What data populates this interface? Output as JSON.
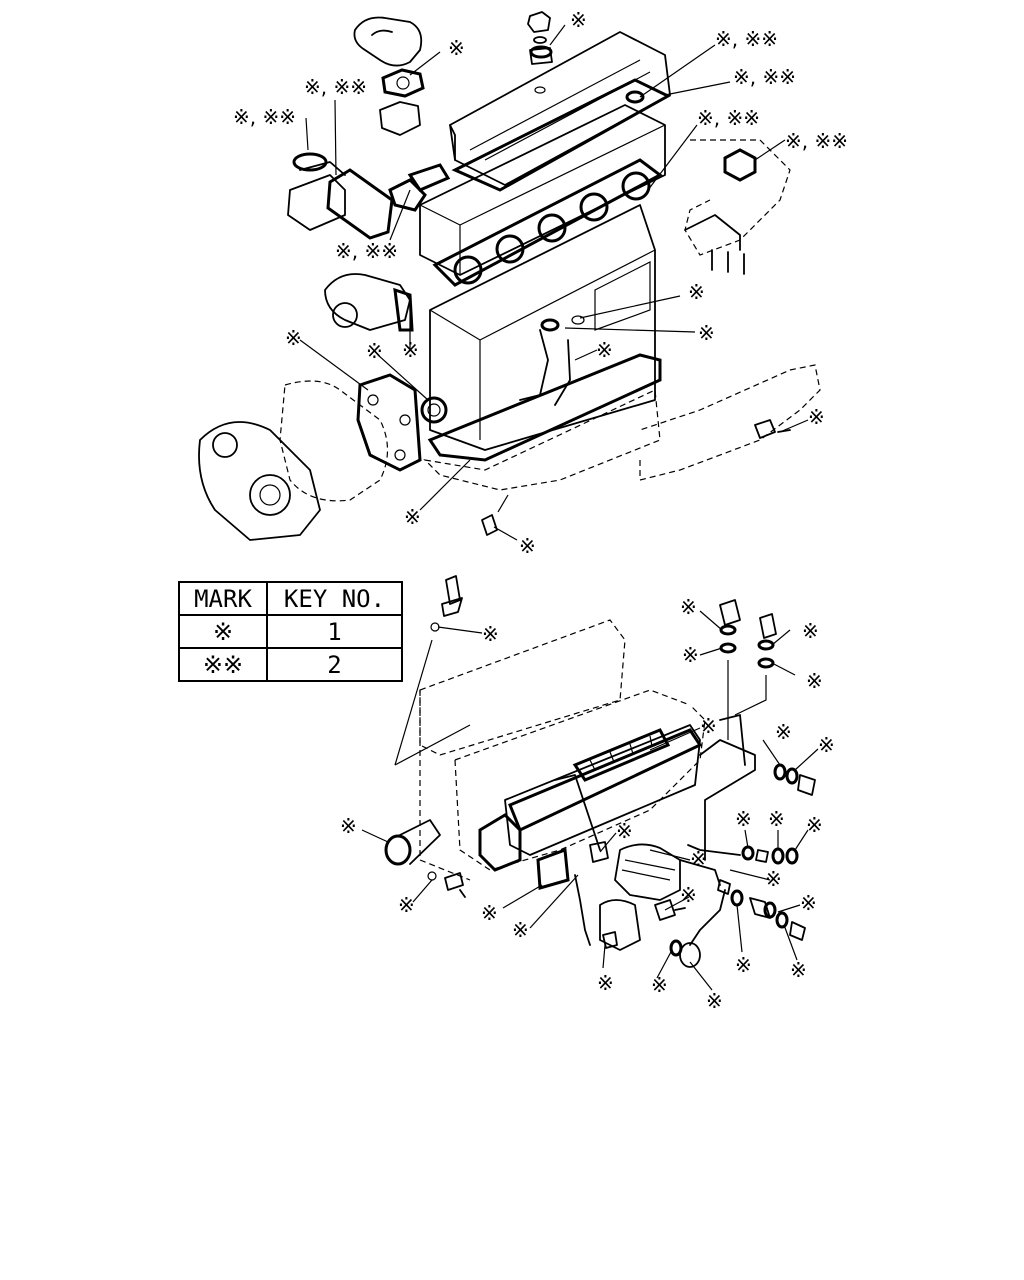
{
  "key_table": {
    "header_mark": "MARK",
    "header_key": "KEY NO.",
    "rows": [
      {
        "mark": "※",
        "key": "1"
      },
      {
        "mark": "※※",
        "key": "2"
      }
    ]
  },
  "callouts": {
    "single": "※",
    "both": "※, ※※"
  }
}
